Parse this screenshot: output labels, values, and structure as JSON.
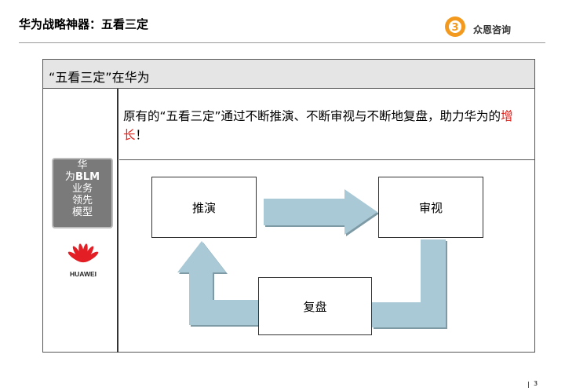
{
  "header": {
    "title": "华为战略神器：五看三定",
    "brand": "众恩咨询"
  },
  "section": {
    "title": "“五看三定”在华为"
  },
  "badge": {
    "line1": "华",
    "line2_prefix": "为",
    "line2_bold": "BLM",
    "line3": "业务",
    "line4": "领先",
    "line5": "模型"
  },
  "huawei_logo": {
    "text": "HUAWEI"
  },
  "description": {
    "before": "原有的“五看三定”通过不断推演、不断审视与不断地复盘，助力华为的",
    "highlight": "增长",
    "after": "！"
  },
  "flow": {
    "step1": "推演",
    "step2": "审视",
    "step3": "复盘"
  },
  "page_number": "3",
  "colors": {
    "arrow_fill": "#a9c9d6",
    "highlight": "#e0201b",
    "badge_bg": "#7a7a7a",
    "logo_red": "#e31e24",
    "brand_orange": "#f39a1e"
  }
}
